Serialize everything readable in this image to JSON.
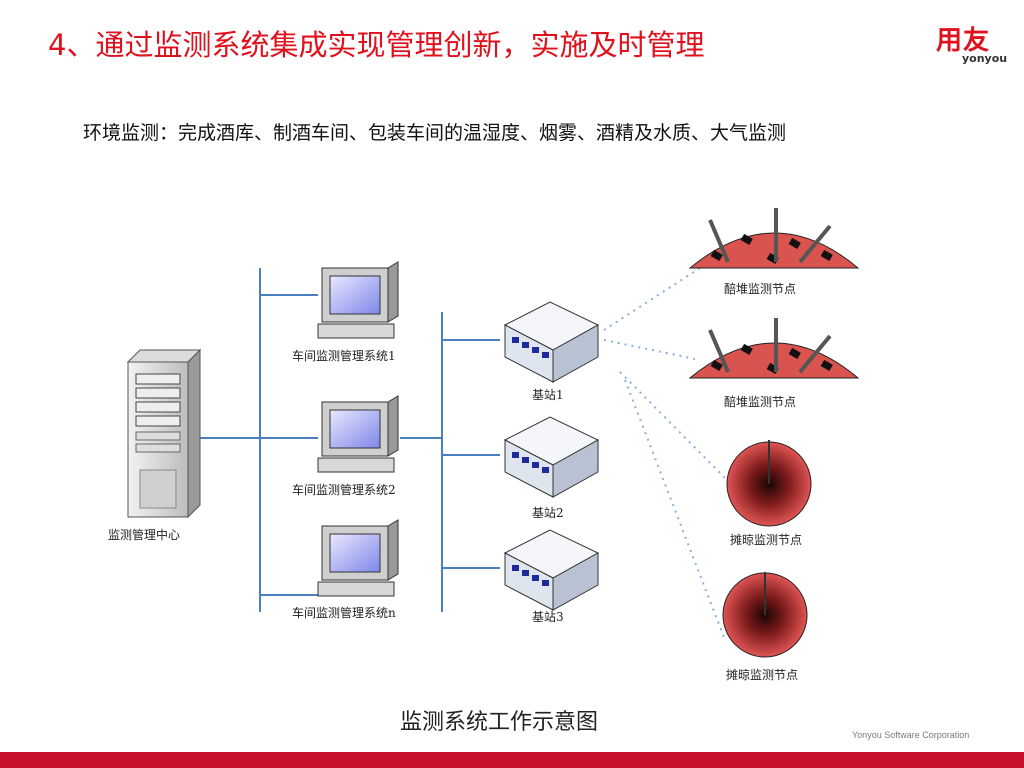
{
  "header": {
    "title": "4、通过监测系统集成实现管理创新，实施及时管理"
  },
  "logo": {
    "main": "用友",
    "sub": "yonyou"
  },
  "description": "环境监测：完成酒库、制酒车间、包装车间的温湿度、烟雾、酒精及水质、大气监测",
  "diagram": {
    "center_label": "监测管理中心",
    "workshops": [
      "车间监测管理系统1",
      "车间监测管理系统2",
      "车间监测管理系统n"
    ],
    "stations": [
      "基站1",
      "基站2",
      "基站3"
    ],
    "nodes": [
      "醅堆监测节点",
      "醅堆监测节点",
      "摊晾监测节点",
      "摊晾监测节点"
    ],
    "caption": "监测系统工作示意图"
  },
  "footer": {
    "corporation": "Yonyou Software Corporation"
  },
  "colors": {
    "accent": "#e0101c",
    "bar": "#c8102e",
    "line": "#4a7fc0",
    "node_red": "#d9534f"
  }
}
